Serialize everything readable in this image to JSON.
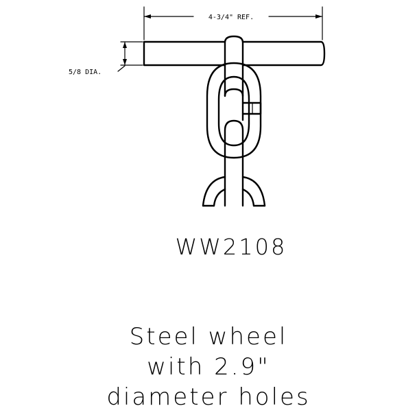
{
  "drawing": {
    "dimension_width": "4-3/4\" REF.",
    "dimension_diameter": "5/8 DIA.",
    "part_number": "WW2108"
  },
  "caption": {
    "line1": "Steel wheel",
    "line2": "with 2.9\"",
    "line3": "diameter holes"
  }
}
